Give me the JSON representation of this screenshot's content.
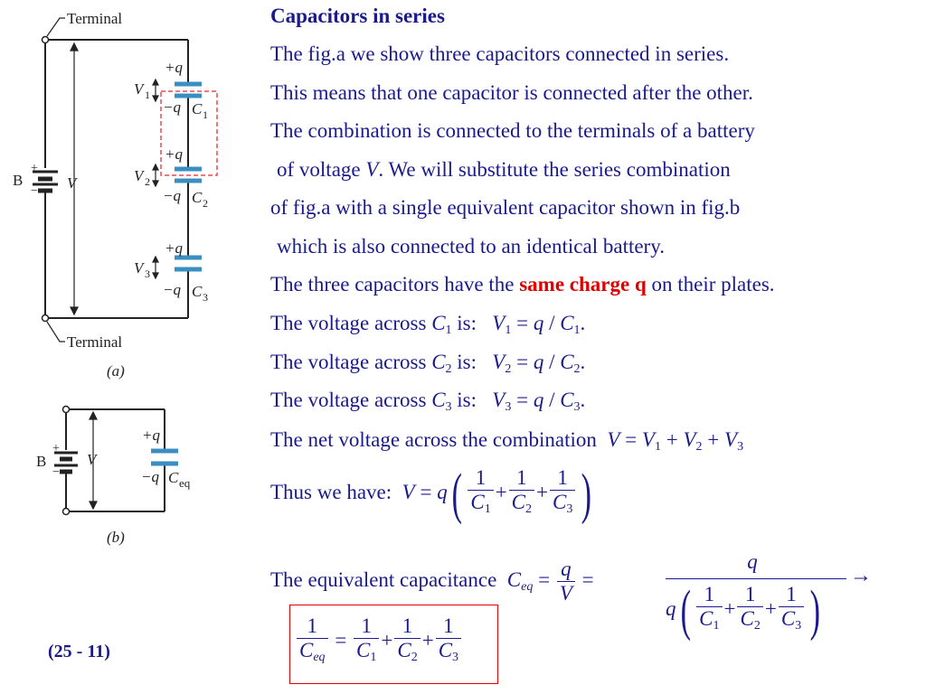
{
  "title": "Capacitors in series",
  "lines": [
    "The fig.a we show three capacitors connected in series.",
    "This means that one capacitor is connected after the other.",
    "The combination is connected to the terminals of a battery",
    "of voltage",
    ". We will substitute the series combination",
    "of fig.a with a single equivalent capacitor shown in fig.b",
    "which is also connected to an identical battery.",
    "The three capacitors have the",
    "same charge q",
    "on their plates.",
    "The voltage across",
    "is:",
    "The net voltage across the combination",
    "Thus we have:",
    "The equivalent capacitance"
  ],
  "symbols": {
    "V": "V",
    "q": "q",
    "C": "C",
    "one": "1",
    "eq": "eq",
    "arrow": "→"
  },
  "eq_number": "(25 - 11)",
  "figure_a": {
    "terminal_top": "Terminal",
    "terminal_bottom": "Terminal",
    "battery": "B",
    "voltage": "V",
    "plus_q": "+q",
    "minus_q": "−q",
    "caption": "(a)",
    "v_labels": [
      "V",
      "V",
      "V"
    ],
    "v_subs": [
      "1",
      "2",
      "3"
    ],
    "c_subs": [
      "1",
      "2",
      "3"
    ],
    "plus": "+",
    "minus": "−"
  },
  "figure_b": {
    "battery": "B",
    "voltage": "V",
    "plus_q": "+q",
    "minus_q": "−q",
    "c_label": "C",
    "c_sub": "eq",
    "caption": "(b)",
    "plus": "+",
    "minus": "−"
  }
}
